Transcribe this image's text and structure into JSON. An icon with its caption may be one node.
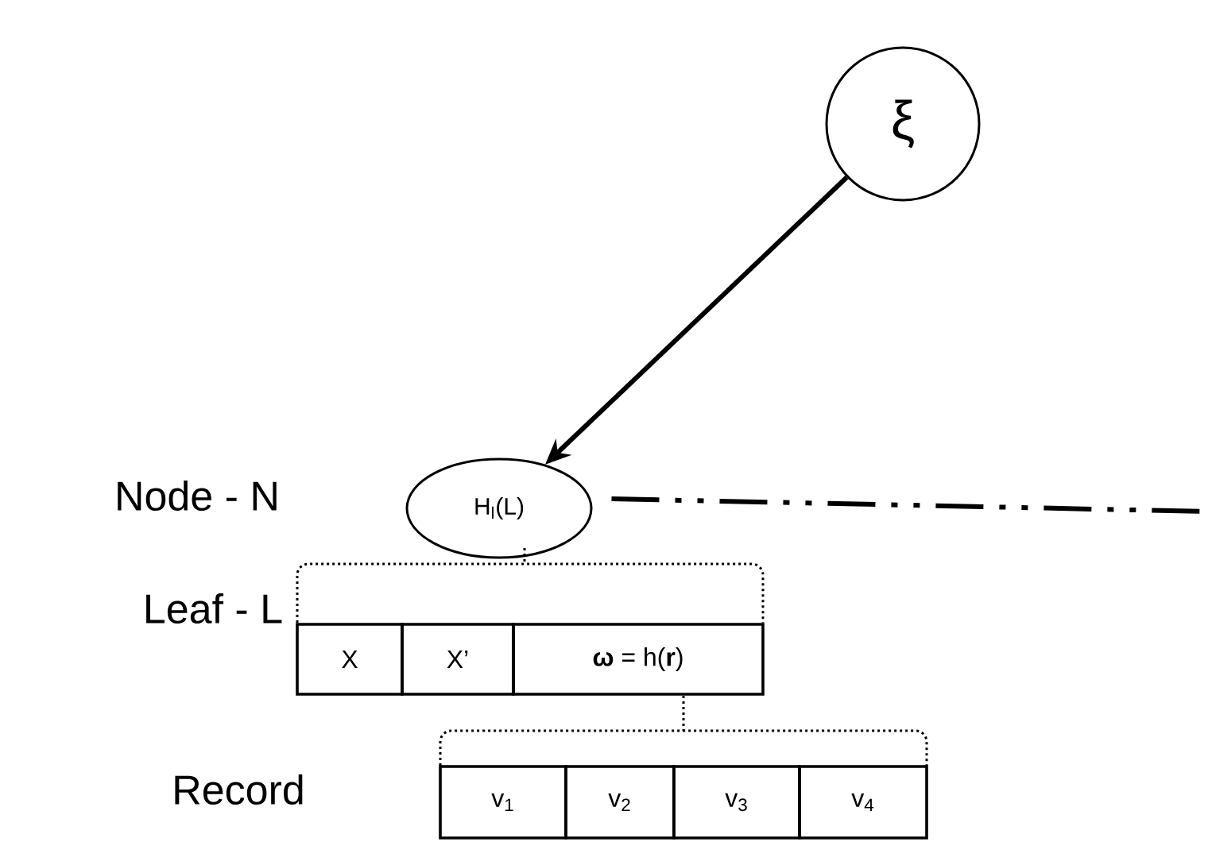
{
  "diagram": {
    "nodes": [
      {
        "text": [
          "ξ"
        ]
      },
      {
        "text": [
          "H$_{l}$(L)"
        ]
      },
      {
        "text": [
          "X"
        ]
      },
      {
        "text": [
          "X’"
        ]
      },
      {
        "text": [
          "**ω** = h(**r**)"
        ]
      },
      {
        "text": [
          "v$_{1}$"
        ]
      },
      {
        "text": [
          "v$_{2}$"
        ]
      },
      {
        "text": [
          "v$_{3}$"
        ]
      },
      {
        "text": [
          "v$_{4}$"
        ]
      }
    ],
    "edges": [
      {
        "from": 0,
        "to": 1,
        "arrow": "to"
      },
      {
        "from": 1,
        "to": null,
        "arrow": "none",
        "style": "dashed"
      }
    ],
    "labels": [
      "Node - N",
      "Leaf - L",
      "Record"
    ]
  }
}
